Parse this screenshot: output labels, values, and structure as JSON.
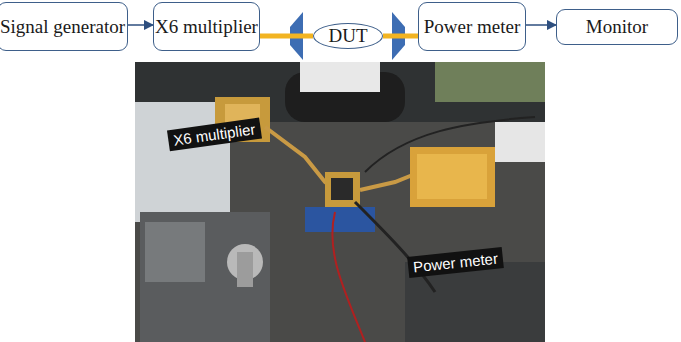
{
  "diagram": {
    "nodes": [
      {
        "text": [
          "Signal generator"
        ]
      },
      {
        "text": [
          "X6 multiplier"
        ]
      },
      {
        "text": [
          "DUT"
        ]
      },
      {
        "text": [
          "Power meter"
        ]
      },
      {
        "text": [
          "Monitor"
        ]
      }
    ],
    "edges": [
      {
        "from": 0,
        "to": 1,
        "arrow": "to"
      },
      {
        "from": 1,
        "to": 2,
        "arrow": "none"
      },
      {
        "from": 3,
        "to": 2,
        "arrow": "none"
      },
      {
        "from": 3,
        "to": 4,
        "arrow": "to"
      }
    ],
    "labels": [
      "X6 multiplier",
      "Power meter"
    ]
  }
}
